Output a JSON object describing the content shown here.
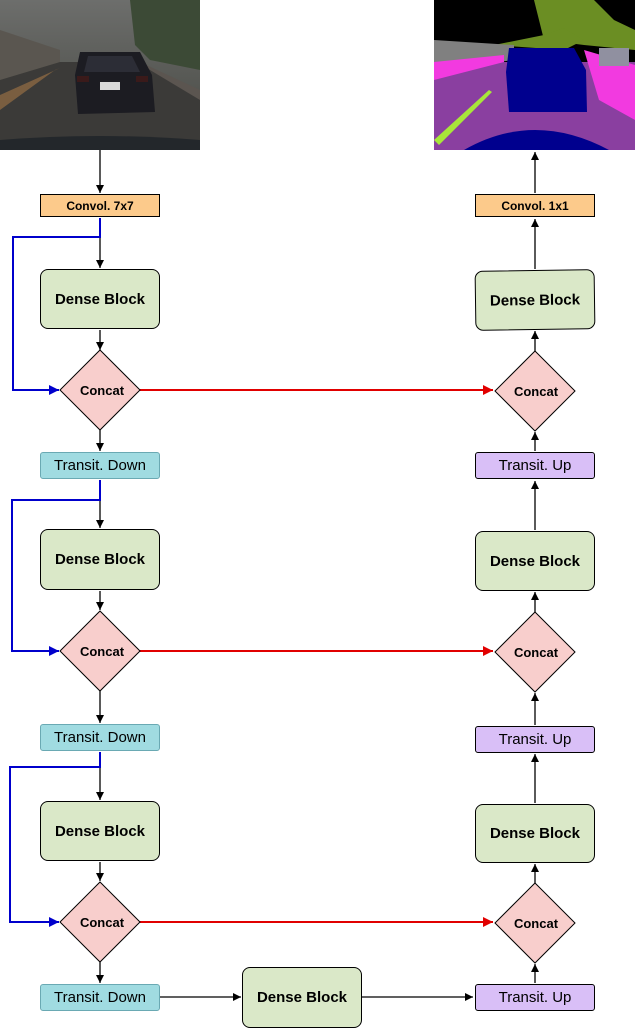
{
  "colors": {
    "conv": "#fcca8b",
    "dense": "#dae8c8",
    "transit_down": "#a0dbe1",
    "transit_up": "#d9bff7",
    "concat": "#f8cecc",
    "skip_arrow": "#0000cc",
    "concat_arrow": "#e10000",
    "flow_arrow": "#000000"
  },
  "images": {
    "input": "street-scene-photo",
    "output": "semantic-segmentation-map"
  },
  "encoder": {
    "conv": "Convol. 7x7",
    "dense_blocks": [
      "Dense Block",
      "Dense Block",
      "Dense Block"
    ],
    "concats": [
      "Concat",
      "Concat",
      "Concat"
    ],
    "transitions": [
      "Transit. Down",
      "Transit. Down",
      "Transit. Down"
    ]
  },
  "bottleneck": {
    "dense_block": "Dense Block"
  },
  "decoder": {
    "conv": "Convol. 1x1",
    "dense_blocks": [
      "Dense Block",
      "Dense Block",
      "Dense Block"
    ],
    "concats": [
      "Concat",
      "Concat",
      "Concat"
    ],
    "transitions": [
      "Transit. Up",
      "Transit. Up",
      "Transit. Up"
    ]
  }
}
